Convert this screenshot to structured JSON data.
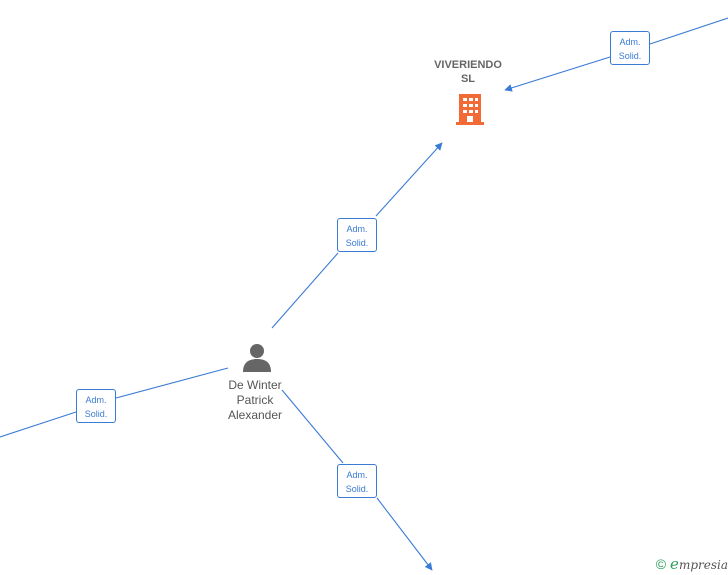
{
  "nodes": {
    "company": {
      "name_line1": "VIVERIENDO",
      "name_line2": "SL",
      "icon": "building-icon",
      "color": "#f26a35"
    },
    "person": {
      "name_line1": "De Winter",
      "name_line2": "Patrick",
      "name_line3": "Alexander",
      "icon": "person-icon",
      "color": "#666666"
    }
  },
  "edges": [
    {
      "id": "top-right",
      "label_line1": "Adm.",
      "label_line2": "Solid."
    },
    {
      "id": "person-to-company",
      "label_line1": "Adm.",
      "label_line2": "Solid."
    },
    {
      "id": "left",
      "label_line1": "Adm.",
      "label_line2": "Solid."
    },
    {
      "id": "bottom",
      "label_line1": "Adm.",
      "label_line2": "Solid."
    }
  ],
  "colors": {
    "edge": "#3a7bd5",
    "brand": "#2e9e5b"
  },
  "brand": {
    "copyright": "©",
    "logo_initial": "e",
    "logo_rest": "mpresia"
  }
}
